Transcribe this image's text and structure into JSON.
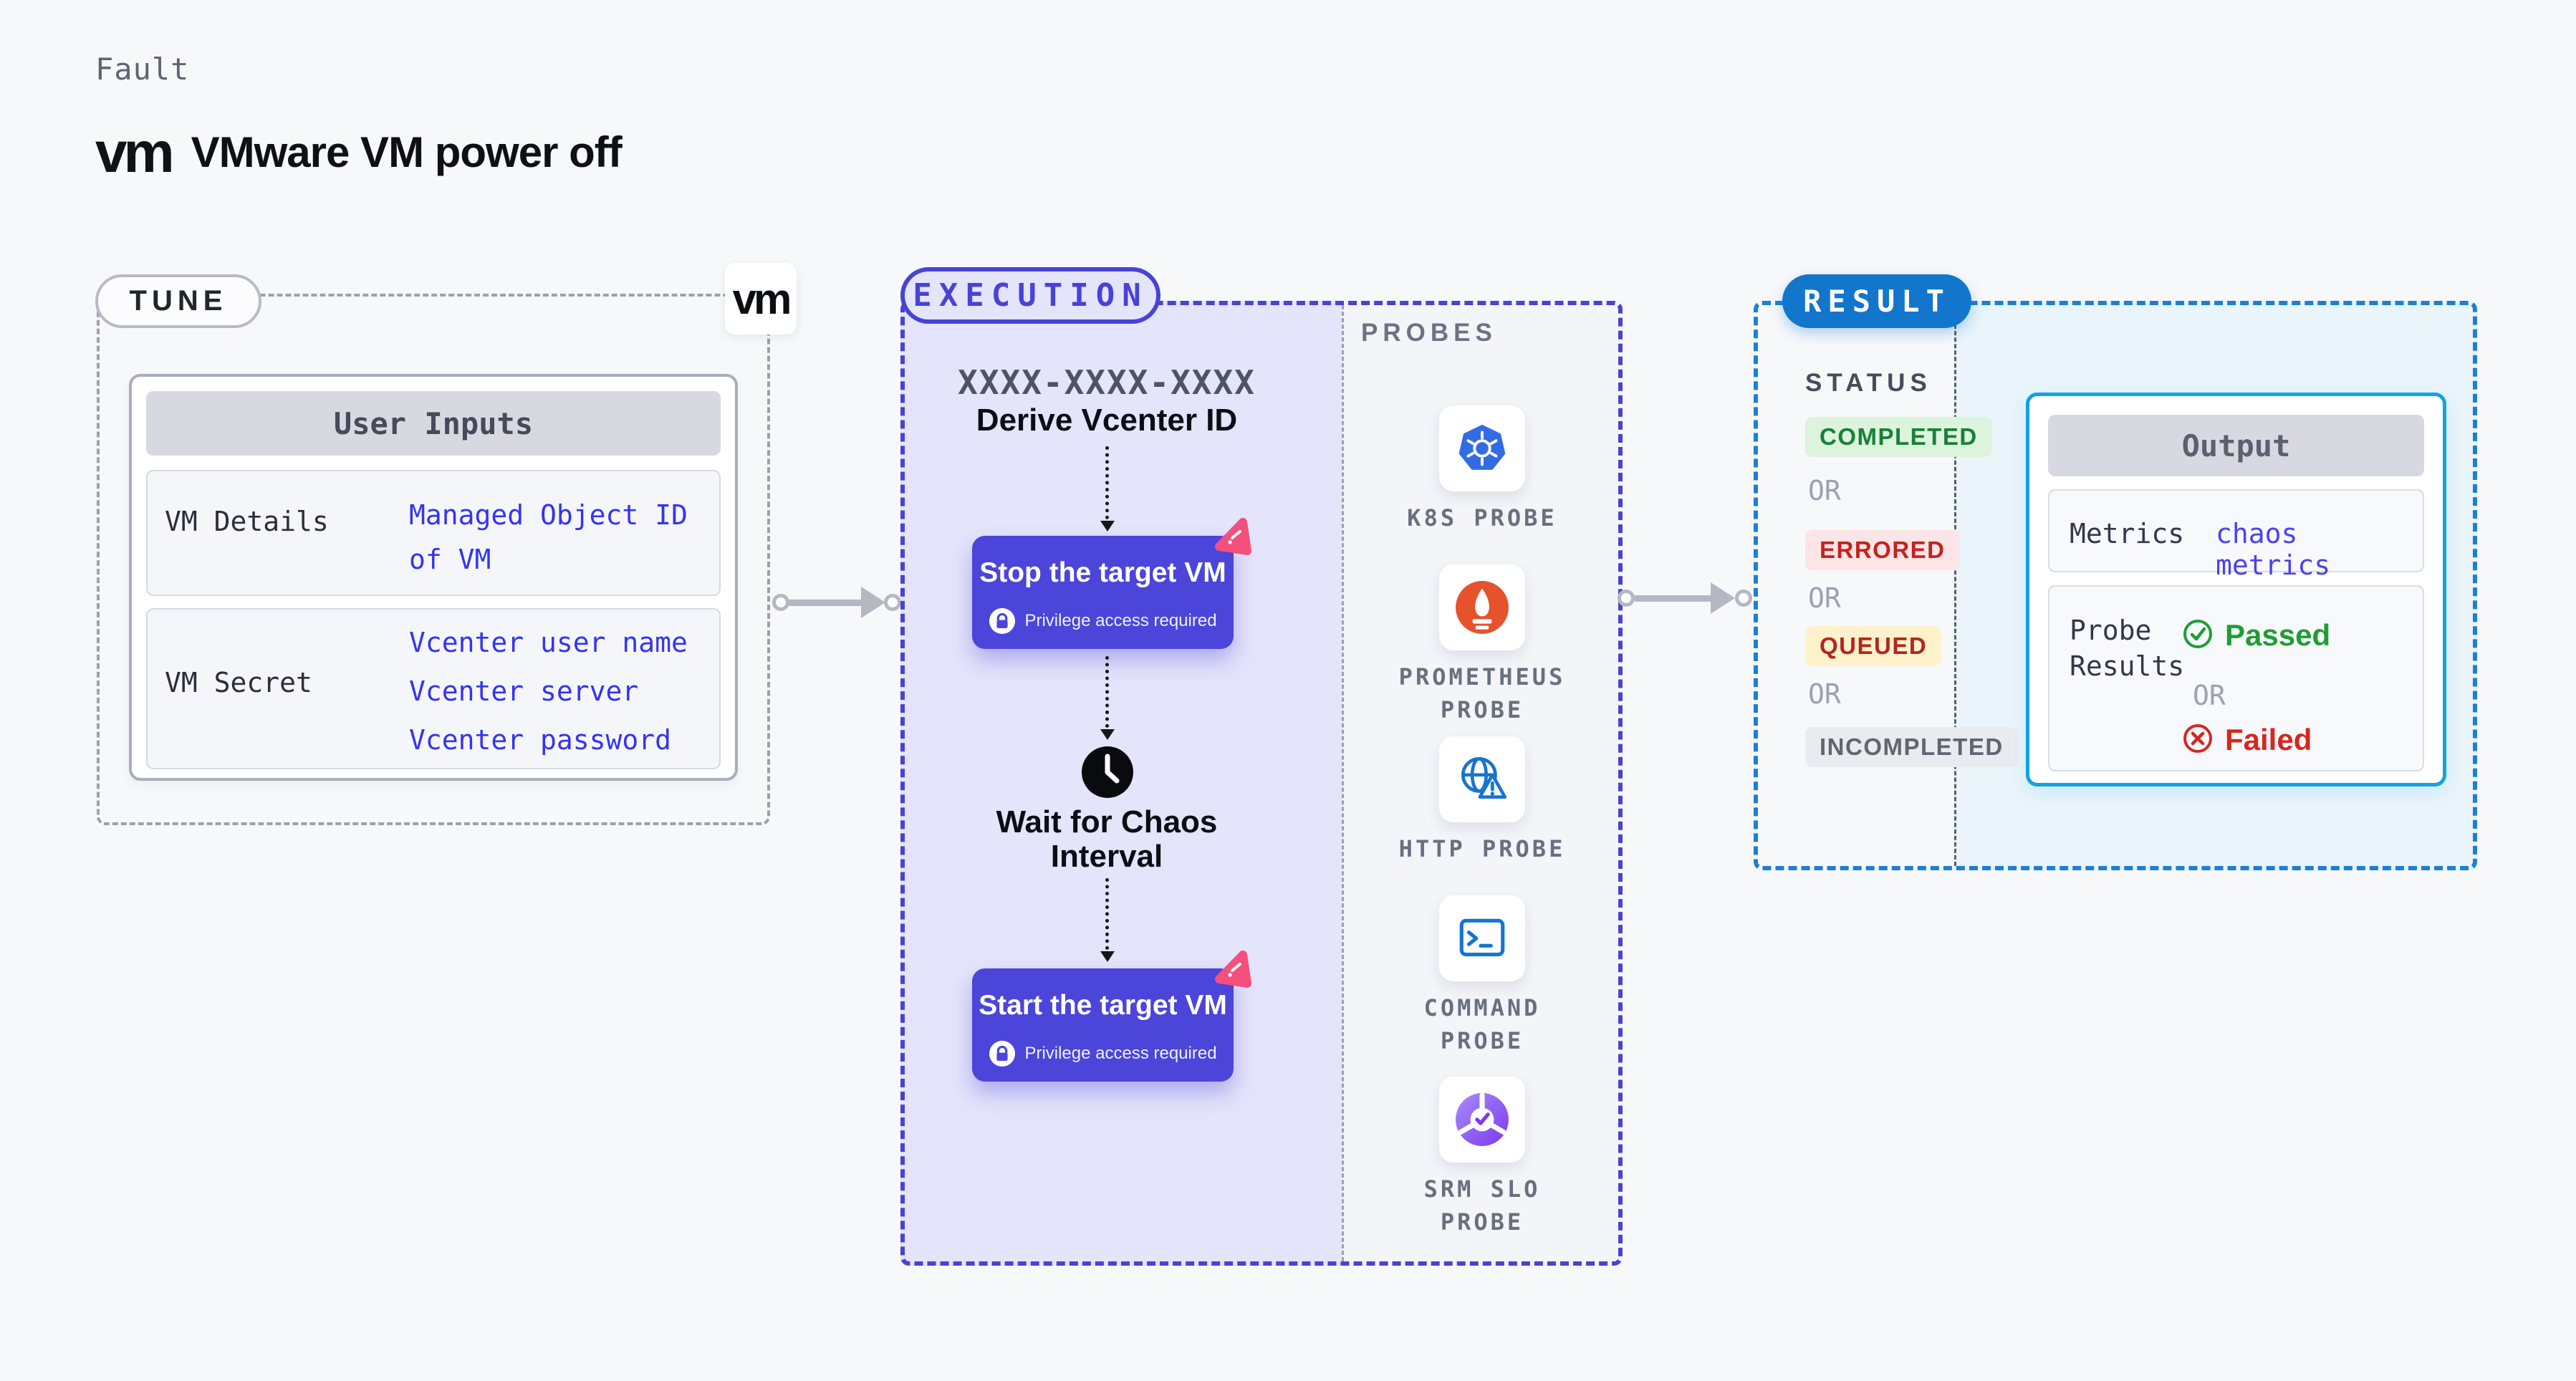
{
  "header": {
    "eyebrow": "Fault",
    "logo_text": "vm",
    "title": "VMware VM power off"
  },
  "tune": {
    "label": "TUNE",
    "vendor_logo_text": "vm",
    "user_inputs": {
      "title": "User Inputs",
      "rows": [
        {
          "label": "VM Details",
          "values": [
            "Managed Object ID of VM"
          ]
        },
        {
          "label": "VM Secret",
          "values": [
            "Vcenter user name",
            "Vcenter server",
            "Vcenter password"
          ]
        }
      ]
    }
  },
  "execution": {
    "label": "EXECUTION",
    "flow": {
      "id_placeholder": "XXXX-XXXX-XXXX",
      "derive_step": "Derive Vcenter ID",
      "stop_step": {
        "title": "Stop the target VM",
        "badge": "Privilege access required"
      },
      "wait_step": "Wait for Chaos Interval",
      "start_step": {
        "title": "Start the target VM",
        "badge": "Privilege access required"
      }
    },
    "probes": {
      "label": "PROBES",
      "items": [
        {
          "label": "K8S PROBE",
          "icon": "kubernetes-icon"
        },
        {
          "label": "PROMETHEUS PROBE",
          "icon": "prometheus-icon"
        },
        {
          "label": "HTTP PROBE",
          "icon": "http-globe-icon"
        },
        {
          "label": "COMMAND PROBE",
          "icon": "terminal-icon"
        },
        {
          "label": "SRM SLO PROBE",
          "icon": "slo-gauge-icon"
        }
      ]
    }
  },
  "result": {
    "label": "RESULT",
    "status": {
      "label": "STATUS",
      "separator": "OR",
      "items": [
        {
          "label": "COMPLETED",
          "bg": "#dcf3dc",
          "color": "#188038"
        },
        {
          "label": "ERRORED",
          "bg": "#fbe5e6",
          "color": "#c5221f"
        },
        {
          "label": "QUEUED",
          "bg": "#fdf2cc",
          "color": "#b3261e"
        },
        {
          "label": "INCOMPLETED",
          "bg": "#e9ebef",
          "color": "#5f6673"
        }
      ]
    },
    "output": {
      "title": "Output",
      "metrics": {
        "label": "Metrics",
        "value": "chaos metrics"
      },
      "probe_results": {
        "label": "Probe Results",
        "passed": "Passed",
        "separator": "OR",
        "failed": "Failed"
      }
    }
  },
  "colors": {
    "page_bg": "#f7f8fa",
    "execution_accent": "#4842d6",
    "execution_fill": "#e4e4fb",
    "result_accent": "#1276cc",
    "result_dash": "#1d7fd4",
    "result_fill": "#e9f4fb",
    "output_border": "#12a3e0",
    "button_bg": "#4b45d9",
    "value_blue": "#3434f0",
    "passed_green": "#1f9d35",
    "failed_red": "#d7271d",
    "kubernetes_blue": "#326ce5",
    "prometheus_orange": "#e6522c",
    "http_blue": "#1774d1",
    "srm_purple": "#7c3aed",
    "chaos_pink": "#f4507e"
  }
}
